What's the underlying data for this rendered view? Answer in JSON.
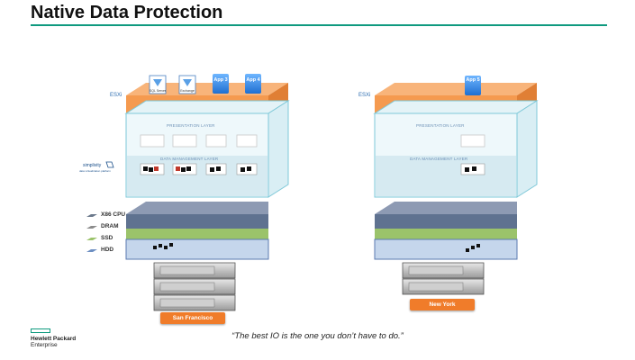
{
  "slide": {
    "title": "Native Data Protection",
    "quote": "“The best IO is the one you don’t have to do.”"
  },
  "stack": {
    "esxi_label": "ESXi",
    "presentation_layer": "PRESENTATION LAYER",
    "data_management_layer": "DATA MANAGEMENT LAYER",
    "simplivity_label": "simplivity",
    "simplivity_sub": "data virtualization platform"
  },
  "left_site": {
    "name": "San Francisco",
    "apps": [
      {
        "label": "",
        "sub": "SQL Server"
      },
      {
        "label": "",
        "sub": "Exchange"
      },
      {
        "label": "App 3",
        "sub": ""
      },
      {
        "label": "App 4",
        "sub": ""
      }
    ]
  },
  "right_site": {
    "name": "New York",
    "apps": [
      {
        "label": "App 5",
        "sub": ""
      }
    ]
  },
  "hardware_legend": {
    "items": [
      {
        "label": "X86 CPU",
        "icon": "cpu-icon"
      },
      {
        "label": "DRAM",
        "icon": "dram-icon"
      },
      {
        "label": "SSD",
        "icon": "ssd-icon"
      },
      {
        "label": "HDD",
        "icon": "hdd-icon"
      }
    ]
  },
  "brand": {
    "line1": "Hewlett Packard",
    "line2": "Enterprise"
  },
  "colors": {
    "accent": "#0f9a7f",
    "esxi_orange": "#f59a4f",
    "layer_blue": "#cfe6ef",
    "cpu_slate": "#5f7290",
    "dram_green": "#9bc36a",
    "hdd_blue": "#c5d6ec",
    "site_orange": "#f07c2a"
  }
}
